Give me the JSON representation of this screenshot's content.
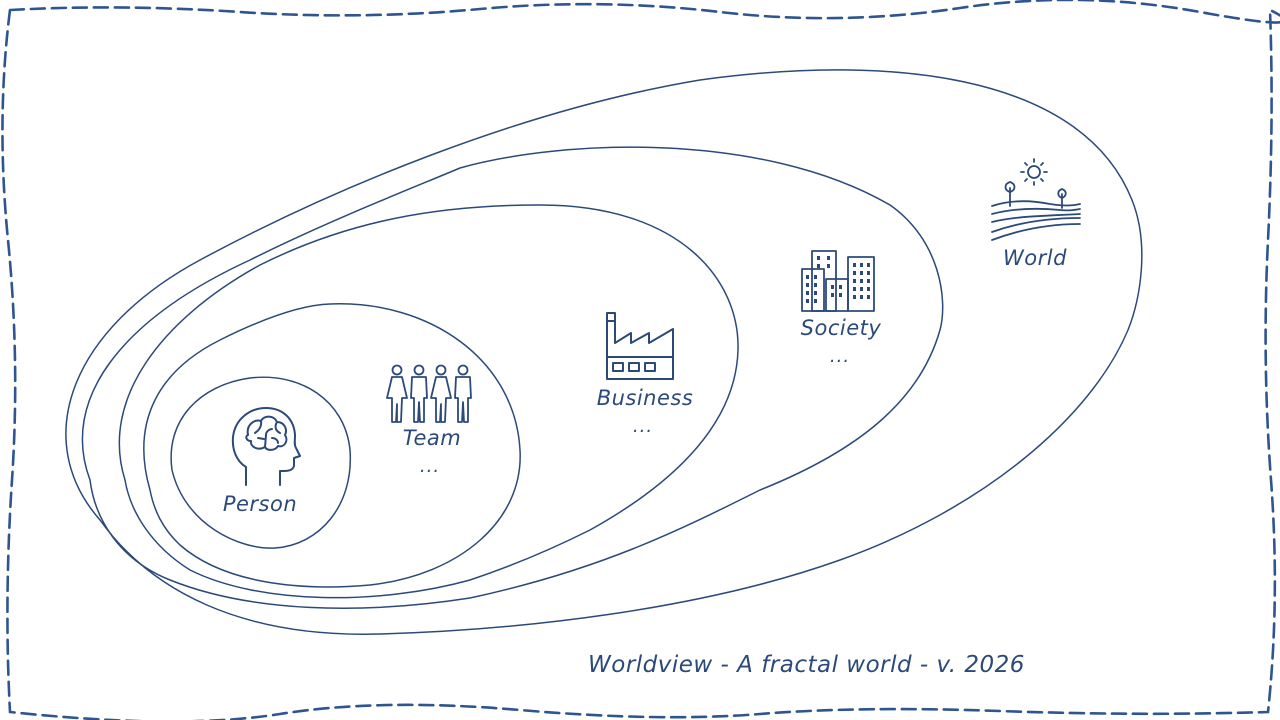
{
  "colors": {
    "stroke": "#2b4a7a",
    "frame": "#2f5590",
    "background": "#ffffff"
  },
  "nodes": {
    "person": {
      "label": "Person",
      "icon": "head-brain-icon"
    },
    "team": {
      "label": "Team",
      "ellipsis": "...",
      "icon": "team-people-icon"
    },
    "business": {
      "label": "Business",
      "ellipsis": "...",
      "icon": "factory-icon"
    },
    "society": {
      "label": "Society",
      "ellipsis": "...",
      "icon": "city-buildings-icon"
    },
    "world": {
      "label": "World",
      "icon": "landscape-sun-icon"
    }
  },
  "caption": "Worldview - A fractal world - v. 2026"
}
